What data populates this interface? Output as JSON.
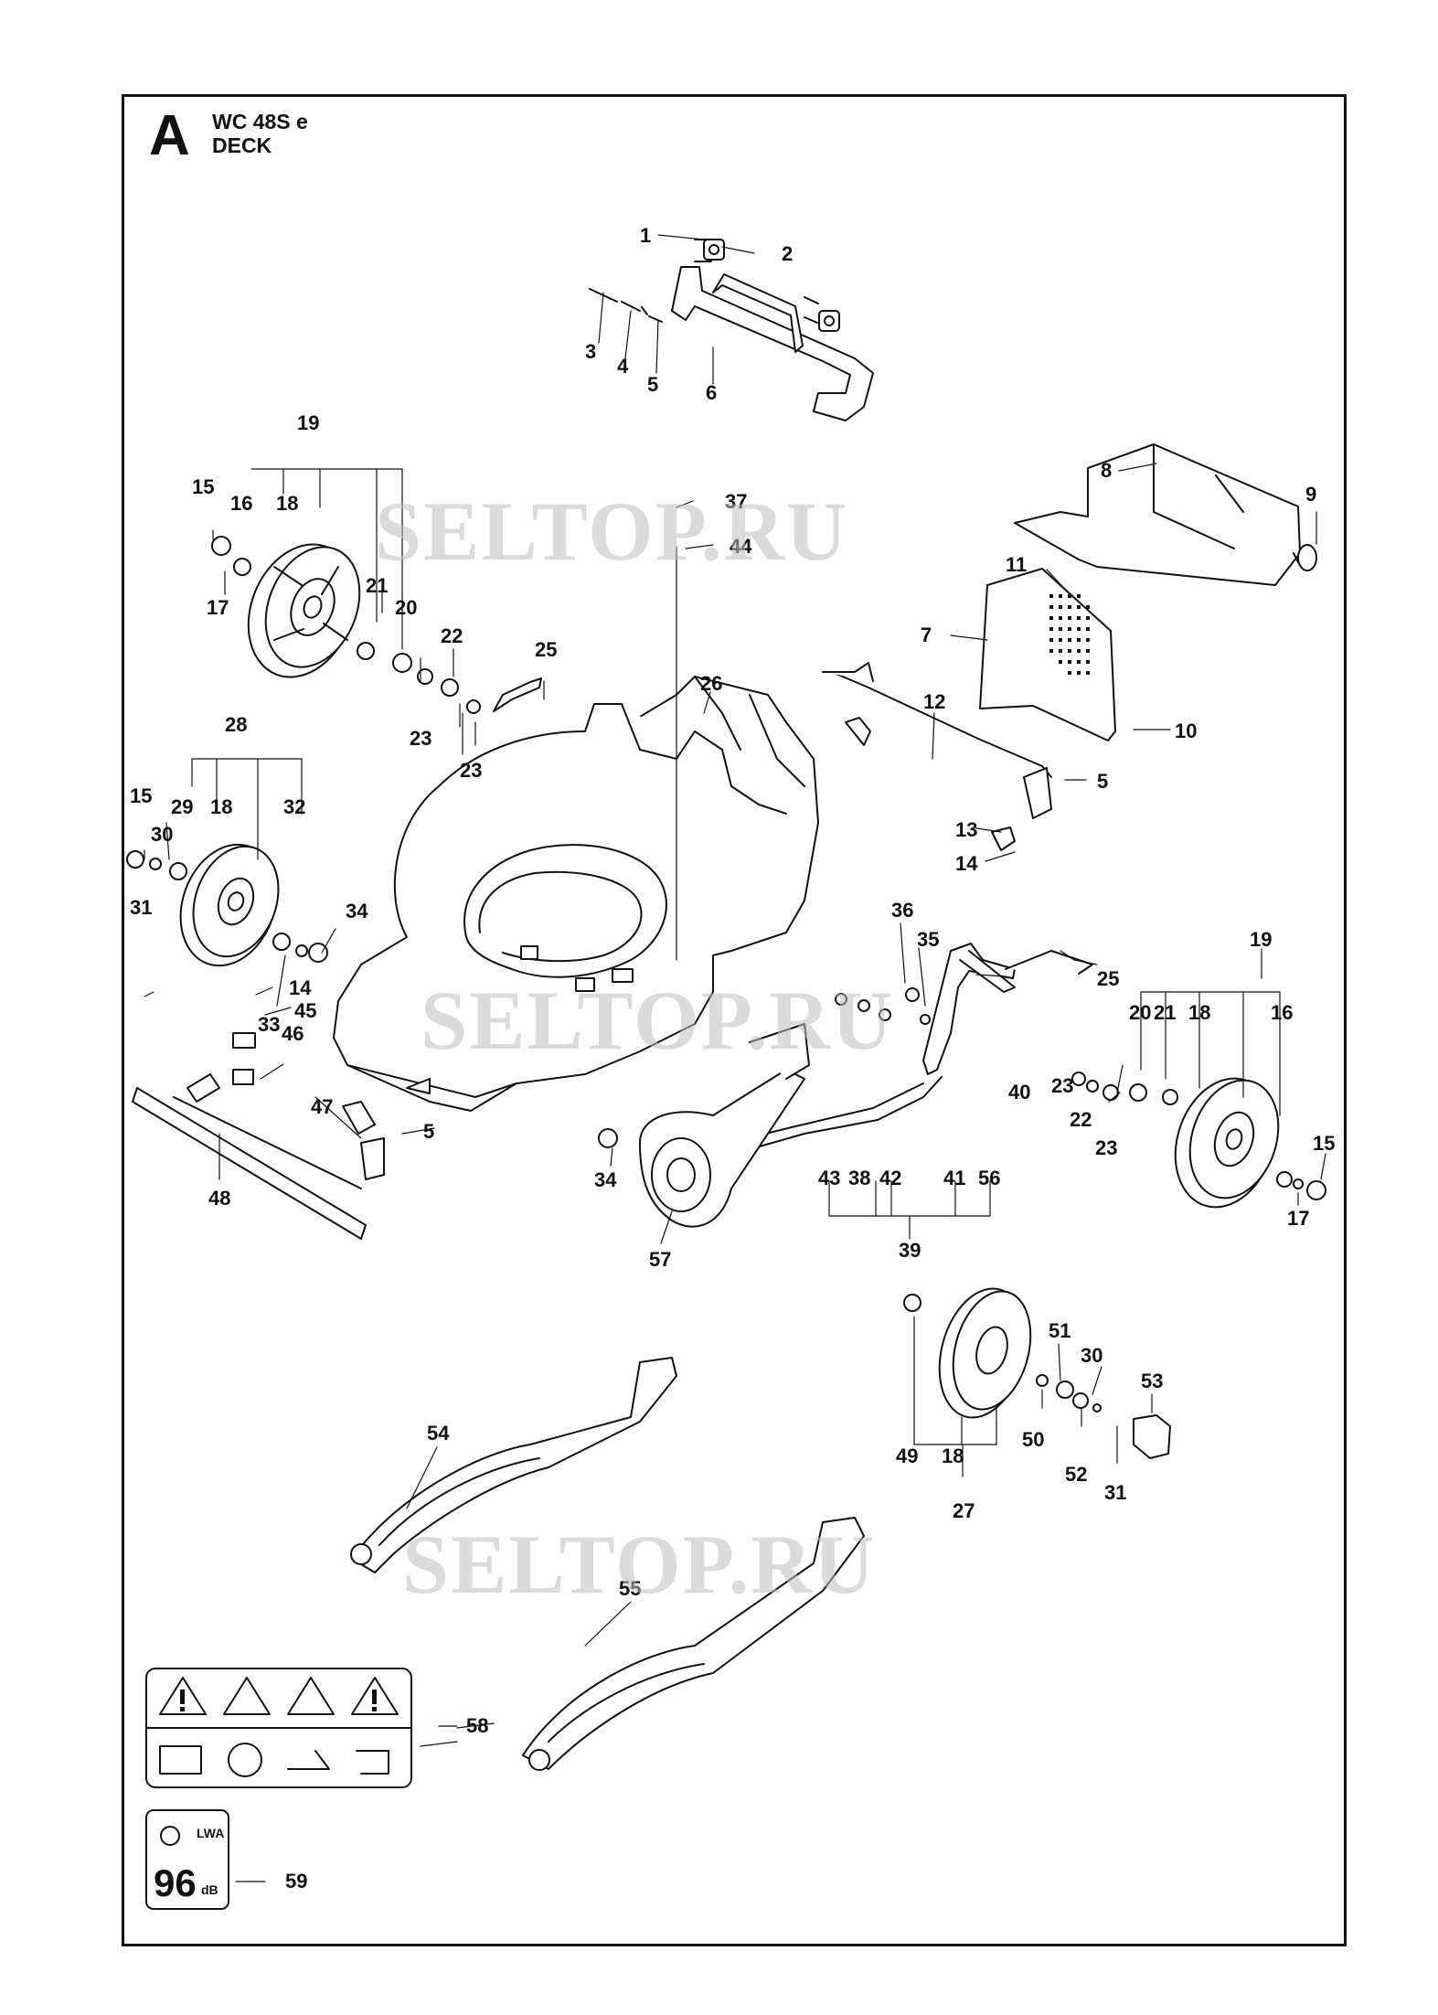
{
  "header": {
    "section_letter": "A",
    "model": "WC 48S e",
    "assembly": "DECK"
  },
  "watermarks": [
    "SELTOP.RU",
    "SELTOP.RU",
    "SELTOP.RU"
  ],
  "callouts": {
    "c1": "1",
    "c2": "2",
    "c3": "3",
    "c4": "4",
    "c5a": "5",
    "c6": "6",
    "c19a": "19",
    "c15a": "15",
    "c16a": "16",
    "c18a": "18",
    "c17a": "17",
    "c21a": "21",
    "c20a": "20",
    "c22a": "22",
    "c23a": "23",
    "c23b": "23",
    "c25a": "25",
    "c37": "37",
    "c44": "44",
    "c26": "26",
    "c8": "8",
    "c9": "9",
    "c11": "11",
    "c7": "7",
    "c12": "12",
    "c10": "10",
    "c5b": "5",
    "c13": "13",
    "c14a": "14",
    "c28": "28",
    "c15b": "15",
    "c29": "29",
    "c18b": "18",
    "c32": "32",
    "c30a": "30",
    "c31a": "31",
    "c34a": "34",
    "c33": "33",
    "c14b": "14",
    "c45": "45",
    "c46": "46",
    "c47": "47",
    "c5c": "5",
    "c48": "48",
    "c34b": "34",
    "c36": "36",
    "c35": "35",
    "c40": "40",
    "c43": "43",
    "c38": "38",
    "c42": "42",
    "c41": "41",
    "c56": "56",
    "c39": "39",
    "c57": "57",
    "c19b": "19",
    "c25b": "25",
    "c20b": "20",
    "c21b": "21",
    "c18c": "18",
    "c16b": "16",
    "c23c": "23",
    "c22b": "22",
    "c23d": "23",
    "c15c": "15",
    "c17b": "17",
    "c51": "51",
    "c30b": "30",
    "c53": "53",
    "c49": "49",
    "c18d": "18",
    "c50": "50",
    "c52": "52",
    "c31b": "31",
    "c27": "27",
    "c54": "54",
    "c55": "55",
    "c58": "58",
    "c59": "59"
  },
  "labels_decal": {
    "noise_value": "96",
    "noise_unit_top": "LWA",
    "noise_unit_bottom": "dB"
  },
  "colors": {
    "ink": "#111111",
    "watermark": "#bdbdbd",
    "part_fill": "#ffffff"
  }
}
